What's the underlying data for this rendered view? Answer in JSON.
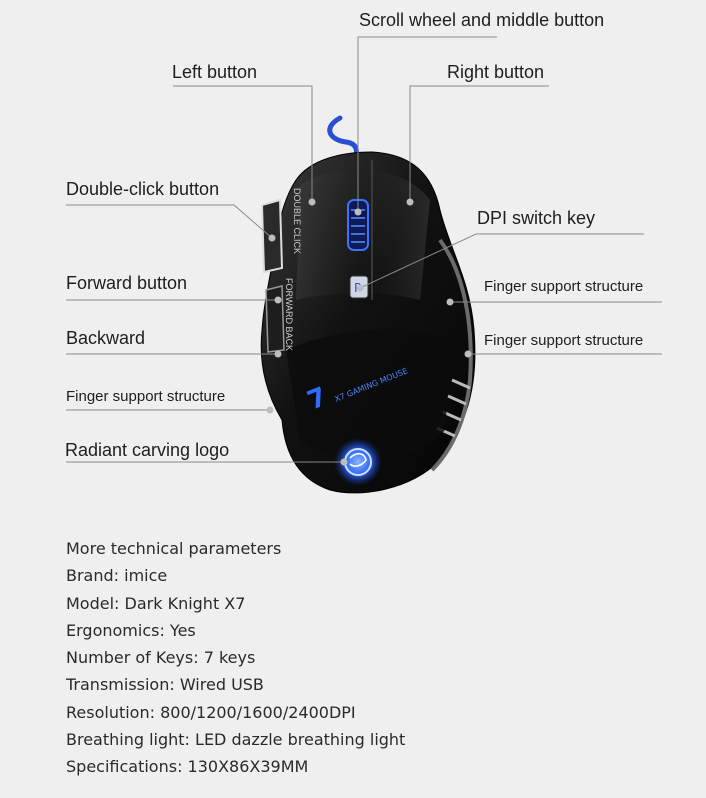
{
  "labels": {
    "scroll": "Scroll wheel and middle button",
    "left": "Left button",
    "right": "Right button",
    "double_click": "Double-click button",
    "dpi": "DPI switch key",
    "forward": "Forward button",
    "finger_support_right_1": "Finger support structure",
    "backward": "Backward",
    "finger_support_right_2": "Finger support structure",
    "finger_support_left": "Finger support structure",
    "radiant": "Radiant carving logo"
  },
  "mouse": {
    "side_text_double": "DOUBLE CLICK",
    "side_text_fb": "FORWARD BACK",
    "logo_number": "7",
    "logo_text": "X7 GAMING MOUSE",
    "dpi_glyph": "P"
  },
  "colors": {
    "accent_blue": "#2f6bff",
    "body_dark": "#141414",
    "line": "#8a8a8a"
  },
  "specs": {
    "title": "More technical parameters",
    "items": [
      "Brand: imice",
      "Model: Dark Knight X7",
      "Ergonomics: Yes",
      "Number of Keys: 7 keys",
      "Transmission: Wired USB",
      "Resolution: 800/1200/1600/2400DPI",
      "Breathing light: LED dazzle breathing light",
      "Specifications: 130X86X39MM"
    ]
  }
}
